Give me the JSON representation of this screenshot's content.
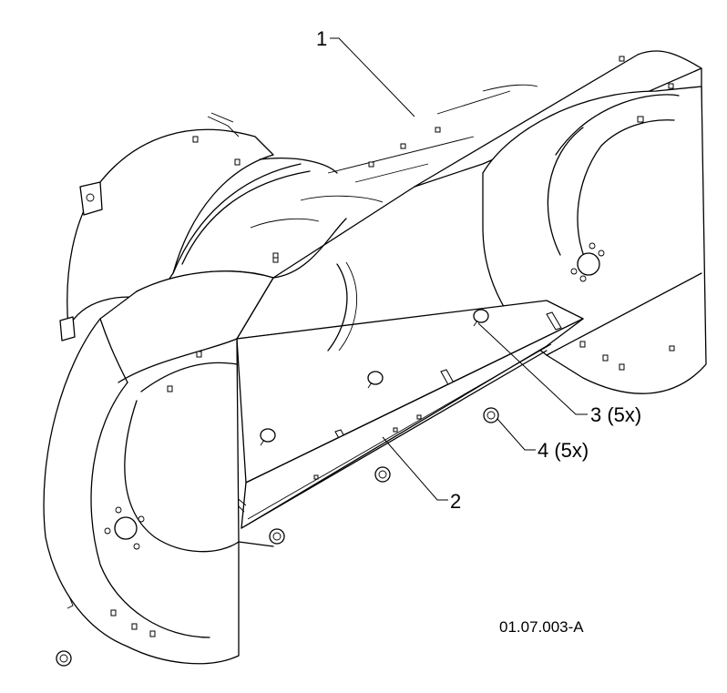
{
  "diagram": {
    "callouts": [
      {
        "id": "1",
        "label": "1"
      },
      {
        "id": "2",
        "label": "2"
      },
      {
        "id": "3",
        "label": "3 (5x)"
      },
      {
        "id": "4",
        "label": "4 (5x)"
      }
    ],
    "reference_code": "01.07.003-A"
  }
}
